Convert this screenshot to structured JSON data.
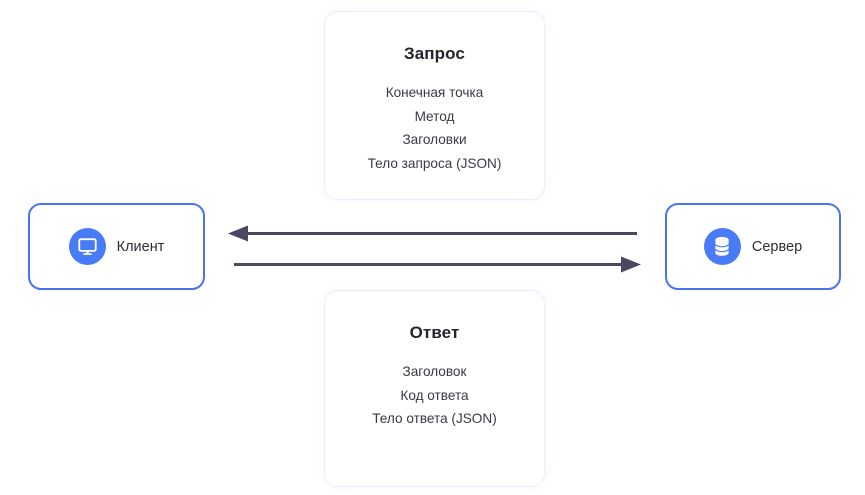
{
  "diagram": {
    "title": "Client-Server HTTP request and response flow",
    "background_color": "#ffffff",
    "accent_color": "#4a72f5",
    "icon_circle_color": "#4a7bf7",
    "arrow_color": "#4a4763",
    "card_border_color": "#e9eefa",
    "nodes": {
      "client": {
        "label": "Клиент",
        "icon": "monitor-icon"
      },
      "server": {
        "label": "Сервер",
        "icon": "database-icon"
      }
    },
    "cards": {
      "request": {
        "title": "Запрос",
        "lines": [
          "Конечная точка",
          "Метод",
          "Заголовки",
          "Тело запроса (JSON)"
        ]
      },
      "response": {
        "title": "Ответ",
        "lines": [
          "Заголовок",
          "Код ответа",
          "Тело ответа (JSON)"
        ]
      }
    },
    "arrows": {
      "response_arrow": {
        "direction": "left",
        "from": "server",
        "to": "client"
      },
      "request_arrow": {
        "direction": "right",
        "from": "client",
        "to": "server"
      }
    }
  }
}
